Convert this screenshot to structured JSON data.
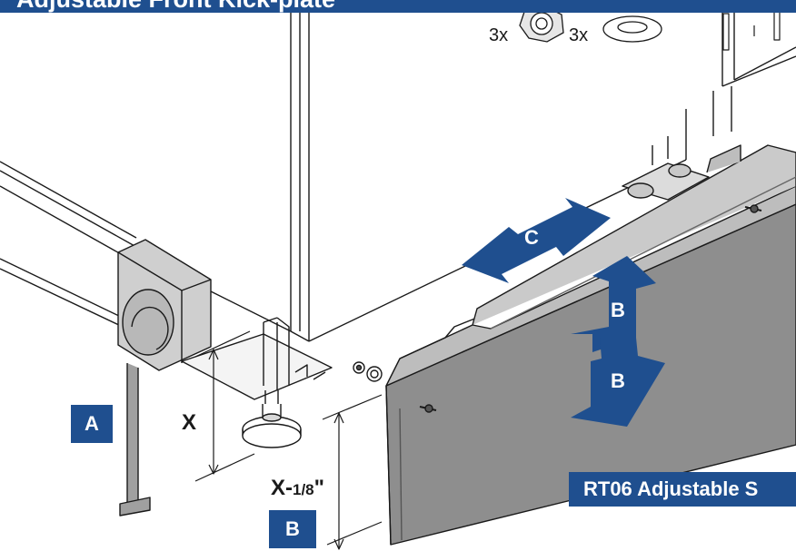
{
  "header": {
    "title": "Adjustable Front Kick-plate"
  },
  "hardware": {
    "nut_qty": "3x",
    "washer_qty": "3x",
    "nut_icon": "hex-nut-icon",
    "washer_icon": "washer-icon"
  },
  "labels": {
    "a": "A",
    "b_step": "B",
    "b_up": "B",
    "b_down": "B",
    "c": "C",
    "x": "X",
    "x_minus_main": "X-",
    "x_minus_frac": "1/8",
    "x_minus_inch": "\""
  },
  "banner": {
    "text": "RT06 Adjustable S"
  },
  "colors": {
    "brand_blue": "#1f4f8f",
    "line": "#1a1a1a",
    "kickplate_gray": "#8e8e8e",
    "bracket_gray": "#9a9a9a"
  }
}
